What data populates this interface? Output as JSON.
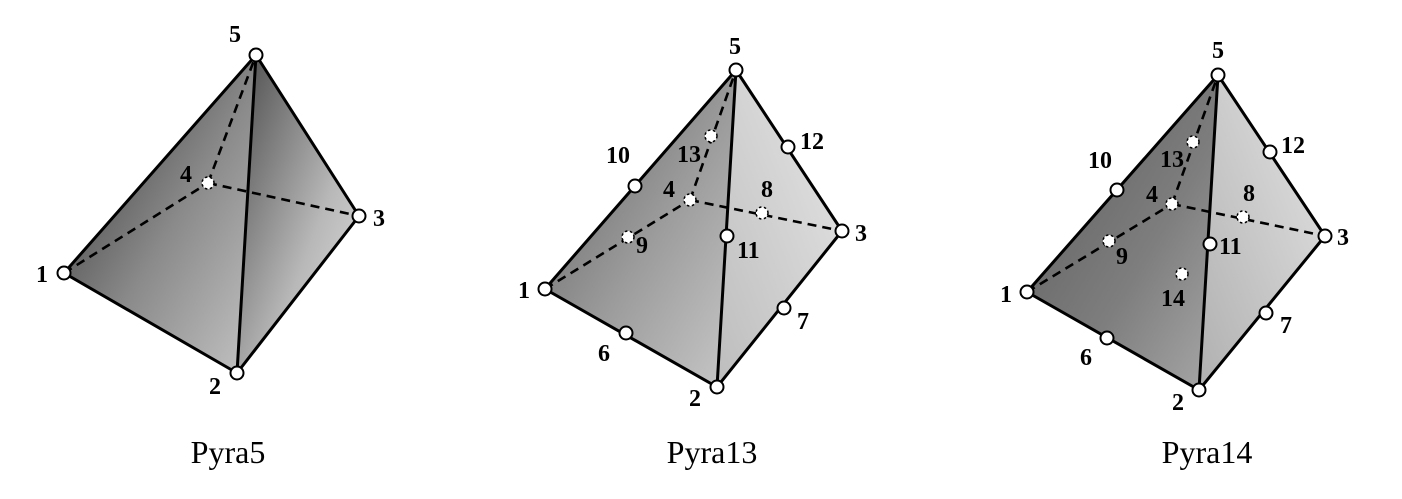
{
  "figure": {
    "panels": [
      {
        "caption": "Pyra5",
        "node_labels": [
          "1",
          "2",
          "3",
          "4",
          "5"
        ]
      },
      {
        "caption": "Pyra13",
        "node_labels": [
          "1",
          "2",
          "3",
          "4",
          "5",
          "6",
          "7",
          "8",
          "9",
          "10",
          "11",
          "12",
          "13"
        ]
      },
      {
        "caption": "Pyra14",
        "node_labels": [
          "1",
          "2",
          "3",
          "4",
          "5",
          "6",
          "7",
          "8",
          "9",
          "10",
          "11",
          "12",
          "13",
          "14"
        ]
      }
    ]
  }
}
